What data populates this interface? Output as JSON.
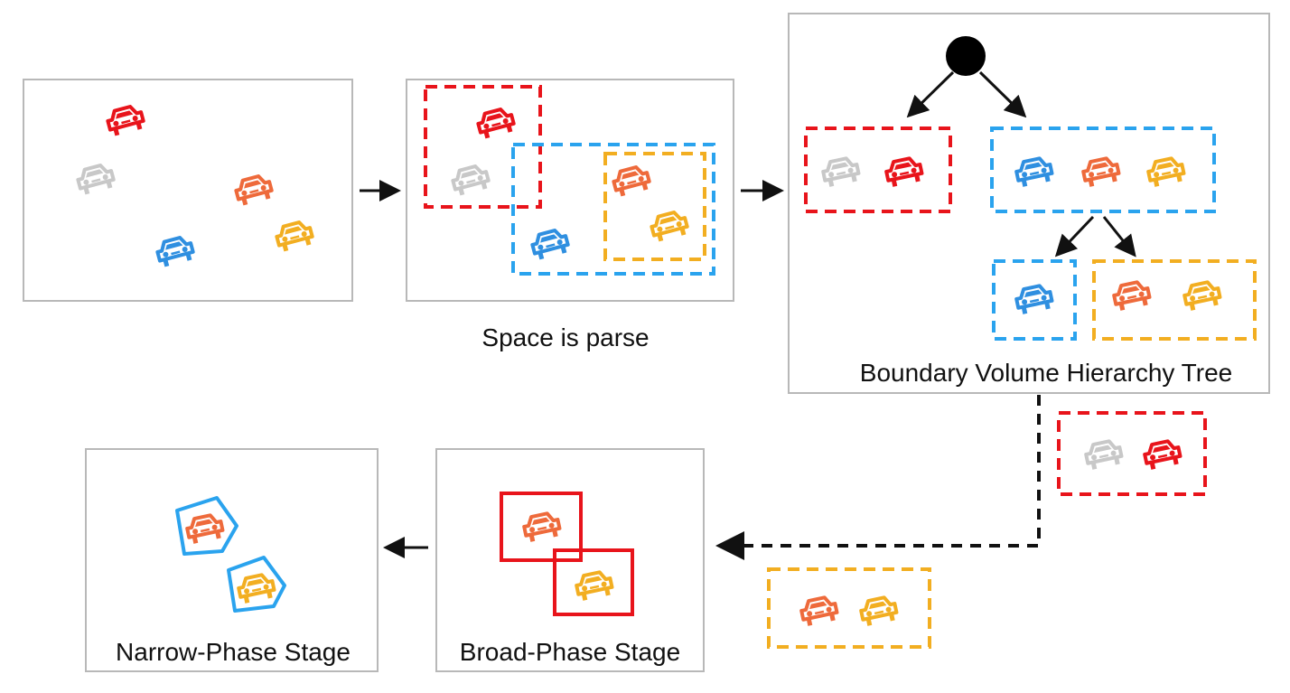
{
  "labels": {
    "space_sparse": "Space is parse",
    "bvh_tree": "Boundary Volume Hierarchy Tree",
    "broad_phase": "Broad-Phase Stage",
    "narrow_phase": "Narrow-Phase Stage"
  },
  "colors": {
    "red": "#e8141b",
    "gray": "#c8c8c8",
    "orange": "#ee6a3b",
    "blue": "#2f8fe0",
    "yellow": "#f2ae21",
    "bbox_blue": "#2aa3ee",
    "panel_border": "#b8b8b8",
    "arrow": "#111111"
  },
  "icons": {
    "car": "car-icon",
    "root_node": "tree-root-node"
  }
}
